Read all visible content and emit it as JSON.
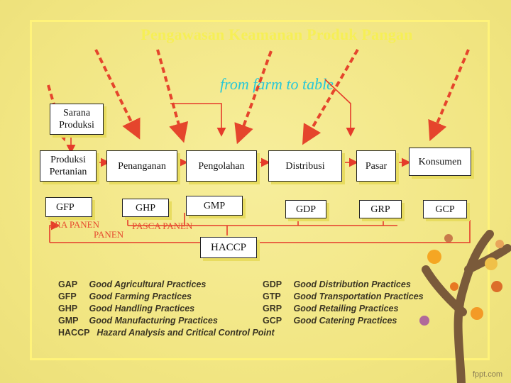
{
  "title": "Pengawasan Keamanan Produk Pangan",
  "subtitle": "from farm to table",
  "boxes": {
    "sarana": "Sarana Produksi",
    "produksi": "Produksi Pertanian",
    "penanganan": "Penanganan",
    "pengolahan": "Pengolahan",
    "distribusi": "Distribusi",
    "pasar": "Pasar",
    "konsumen": "Konsumen",
    "gfp": "GFP",
    "ghp": "GHP",
    "gmp": "GMP",
    "gdp": "GDP",
    "grp": "GRP",
    "gcp": "GCP",
    "haccp": "HACCP"
  },
  "labels": {
    "pra_panen": "PRA PANEN",
    "panen": "PANEN",
    "pasca_panen": "PASCA PANEN"
  },
  "legend_left": [
    {
      "abbr": "GAP",
      "text": "Good Agricultural Practices"
    },
    {
      "abbr": "GFP",
      "text": "Good Farming Practices"
    },
    {
      "abbr": "GHP",
      "text": "Good Handling Practices"
    },
    {
      "abbr": "GMP",
      "text": "Good Manufacturing Practices"
    },
    {
      "abbr": "HACCP",
      "text": "Hazard Analysis and Critical Control Point"
    }
  ],
  "legend_right": [
    {
      "abbr": "GDP",
      "text": "Good Distribution Practices"
    },
    {
      "abbr": "GTP",
      "text": "Good Transportation Practices"
    },
    {
      "abbr": "GRP",
      "text": "Good Retailing Practices"
    },
    {
      "abbr": "GCP",
      "text": "Good Catering Practices"
    }
  ],
  "footer": "fppt.com",
  "colors": {
    "background": "#f3e88a",
    "title": "#f6ef56",
    "subtitle": "#26c7d8",
    "arrow": "#e53b2a",
    "dashed_arrow": "#e5452c"
  }
}
